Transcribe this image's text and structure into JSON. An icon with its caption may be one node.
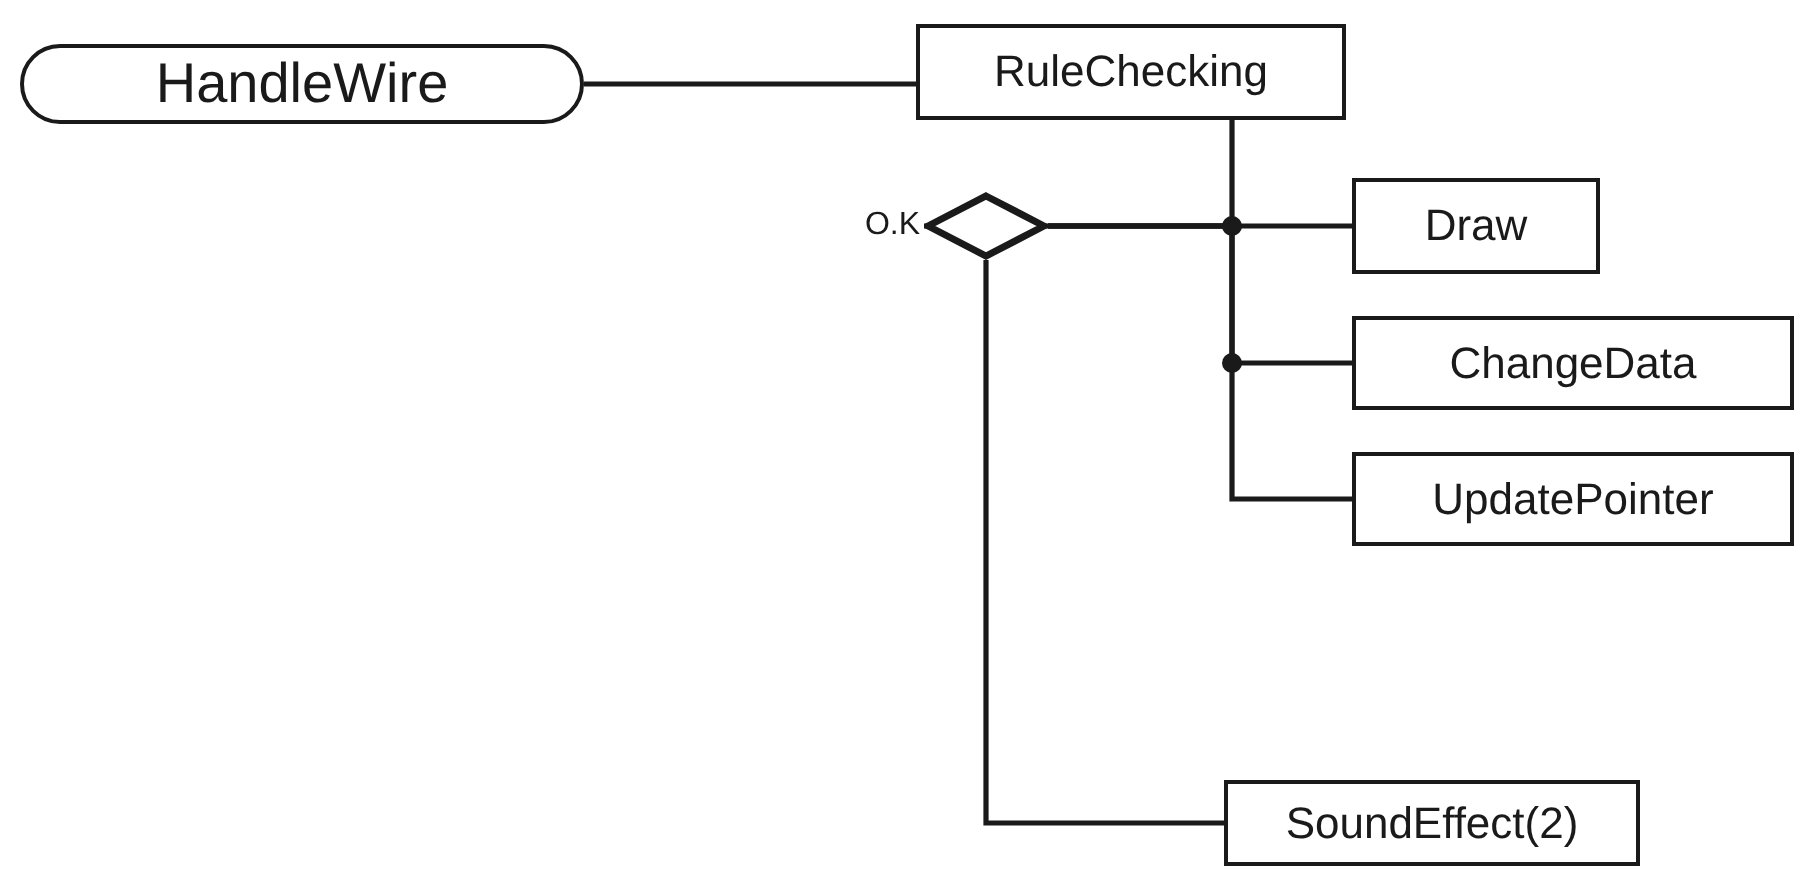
{
  "diagram": {
    "nodes": [
      {
        "text": [
          "HandleWire"
        ]
      },
      {
        "text": [
          "RuleChecking"
        ]
      },
      {
        "text": [],
        "shape": "diamond",
        "beside": [
          "O.K"
        ]
      },
      {
        "text": [
          "Draw"
        ]
      },
      {
        "text": [
          "ChangeData"
        ]
      },
      {
        "text": [
          "UpdatePointer"
        ]
      },
      {
        "text": [
          "SoundEffect(2)"
        ]
      }
    ],
    "edges": [
      {
        "from": 0,
        "to": 1,
        "arrow": "none"
      },
      {
        "from": 1,
        "to": 2,
        "arrow": "none"
      },
      {
        "from": 2,
        "to": 3,
        "arrow": "none"
      },
      {
        "from": 2,
        "to": 4,
        "arrow": "none"
      },
      {
        "from": 2,
        "to": 5,
        "arrow": "none"
      },
      {
        "from": 2,
        "to": 6,
        "arrow": "none"
      }
    ]
  }
}
